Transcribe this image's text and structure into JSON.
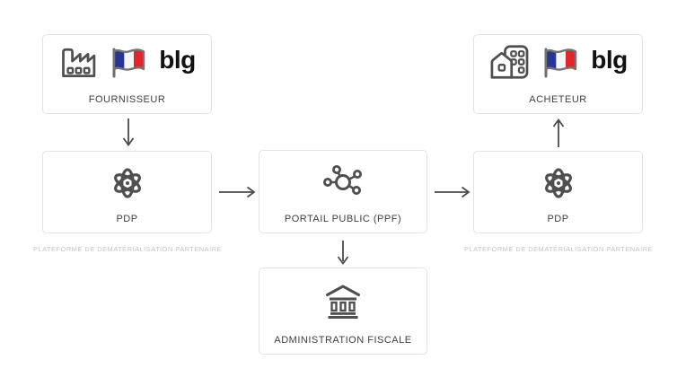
{
  "diagram": {
    "nodes": {
      "fournisseur": {
        "label": "FOURNISSEUR",
        "logo": "blg",
        "icons": [
          "factory-icon",
          "french-flag-icon"
        ]
      },
      "pdp_left": {
        "label": "PDP",
        "subtitle": "PLATEFORME DE DEMATÉRIALISATION PARTENAIRE",
        "icons": [
          "atom-icon"
        ]
      },
      "ppf": {
        "label": "PORTAIL PUBLIC (PPF)",
        "icons": [
          "network-hub-icon"
        ]
      },
      "admin_fiscale": {
        "label": "ADMINISTRATION FISCALE",
        "icons": [
          "bank-icon"
        ]
      },
      "pdp_right": {
        "label": "PDP",
        "subtitle": "PLATEFORME DE DEMATÉRIALISATION PARTENAIRE",
        "icons": [
          "atom-icon"
        ]
      },
      "acheteur": {
        "label": "ACHETEUR",
        "logo": "blg",
        "icons": [
          "house-building-icon",
          "french-flag-icon"
        ]
      }
    },
    "edges": [
      {
        "from": "fournisseur",
        "to": "pdp_left",
        "direction": "down"
      },
      {
        "from": "pdp_left",
        "to": "ppf",
        "direction": "right"
      },
      {
        "from": "ppf",
        "to": "pdp_right",
        "direction": "right"
      },
      {
        "from": "pdp_right",
        "to": "acheteur",
        "direction": "up"
      },
      {
        "from": "ppf",
        "to": "admin_fiscale",
        "direction": "down"
      }
    ],
    "colors": {
      "background": "#ffffff",
      "box_border": "#e3e3e3",
      "icon": "#4f4f4f",
      "arrow": "#4a4a4a",
      "label": "#3f3f3f",
      "subtitle": "#c5c5c5",
      "flag_blue": "#283593",
      "flag_white": "#f5f5f5",
      "flag_red": "#e3242b",
      "flag_outline": "#757575",
      "logo": "#111111"
    }
  }
}
